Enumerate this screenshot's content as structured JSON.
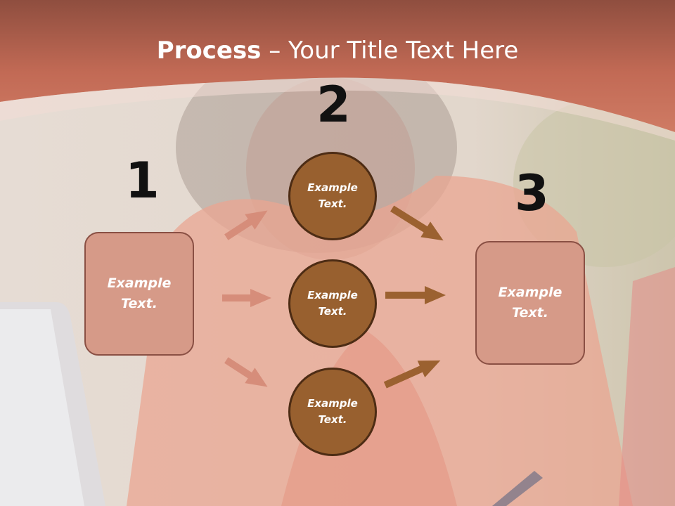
{
  "title": {
    "bold": "Process",
    "rest": " – Your Title Text Here"
  },
  "steps": [
    {
      "number": "1",
      "text_line1": "Example",
      "text_line2": "Text."
    },
    {
      "number": "2",
      "items": [
        {
          "text_line1": "Example",
          "text_line2": "Text."
        },
        {
          "text_line1": "Example",
          "text_line2": "Text."
        },
        {
          "text_line1": "Example",
          "text_line2": "Text."
        }
      ]
    },
    {
      "number": "3",
      "text_line1": "Example",
      "text_line2": "Text."
    }
  ],
  "colors": {
    "header": "#c4705d",
    "box_fill": "#d69a88",
    "box_border": "#8a5044",
    "circle_fill": "#98602f",
    "circle_border": "#4d2c14",
    "arrow_left": "#d68d7a",
    "arrow_right": "#9b6130"
  }
}
